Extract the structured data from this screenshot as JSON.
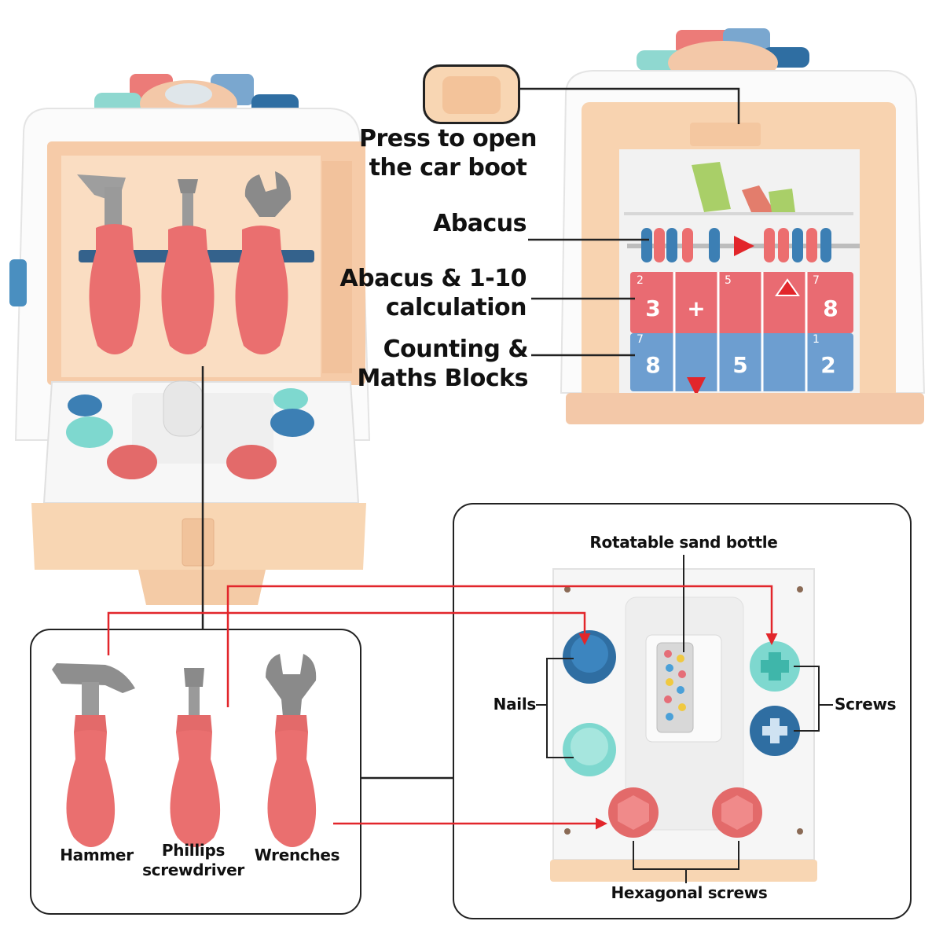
{
  "top_right": {
    "press_label": "Press to open\nthe car boot",
    "abacus_label": "Abacus",
    "calc_label": "Abacus & 1-10\ncalculation",
    "counting_label": "Counting &\nMaths Blocks",
    "block_top_row": [
      "3",
      "+",
      "",
      "",
      "8"
    ],
    "block_bottom_row": [
      "8",
      "",
      "5",
      "",
      "2"
    ],
    "block_top_small": [
      "2",
      "",
      "5",
      "",
      "7"
    ],
    "block_bottom_small": [
      "7",
      "",
      "",
      "",
      "1"
    ]
  },
  "tools_panel": {
    "hammer_label": "Hammer",
    "screwdriver_label": "Phillips\nscrewdriver",
    "wrench_label": "Wrenches"
  },
  "board_panel": {
    "sand_label": "Rotatable sand bottle",
    "nails_label": "Nails",
    "screws_label": "Screws",
    "hex_label": "Hexagonal screws"
  },
  "colors": {
    "accent_red": "#e2262b",
    "coral": "#ec6e6f",
    "peach": "#f8d7b6",
    "teal": "#7ed8cf",
    "blue": "#3c7fb4",
    "gray": "#8c8c8c",
    "line": "#222222"
  }
}
